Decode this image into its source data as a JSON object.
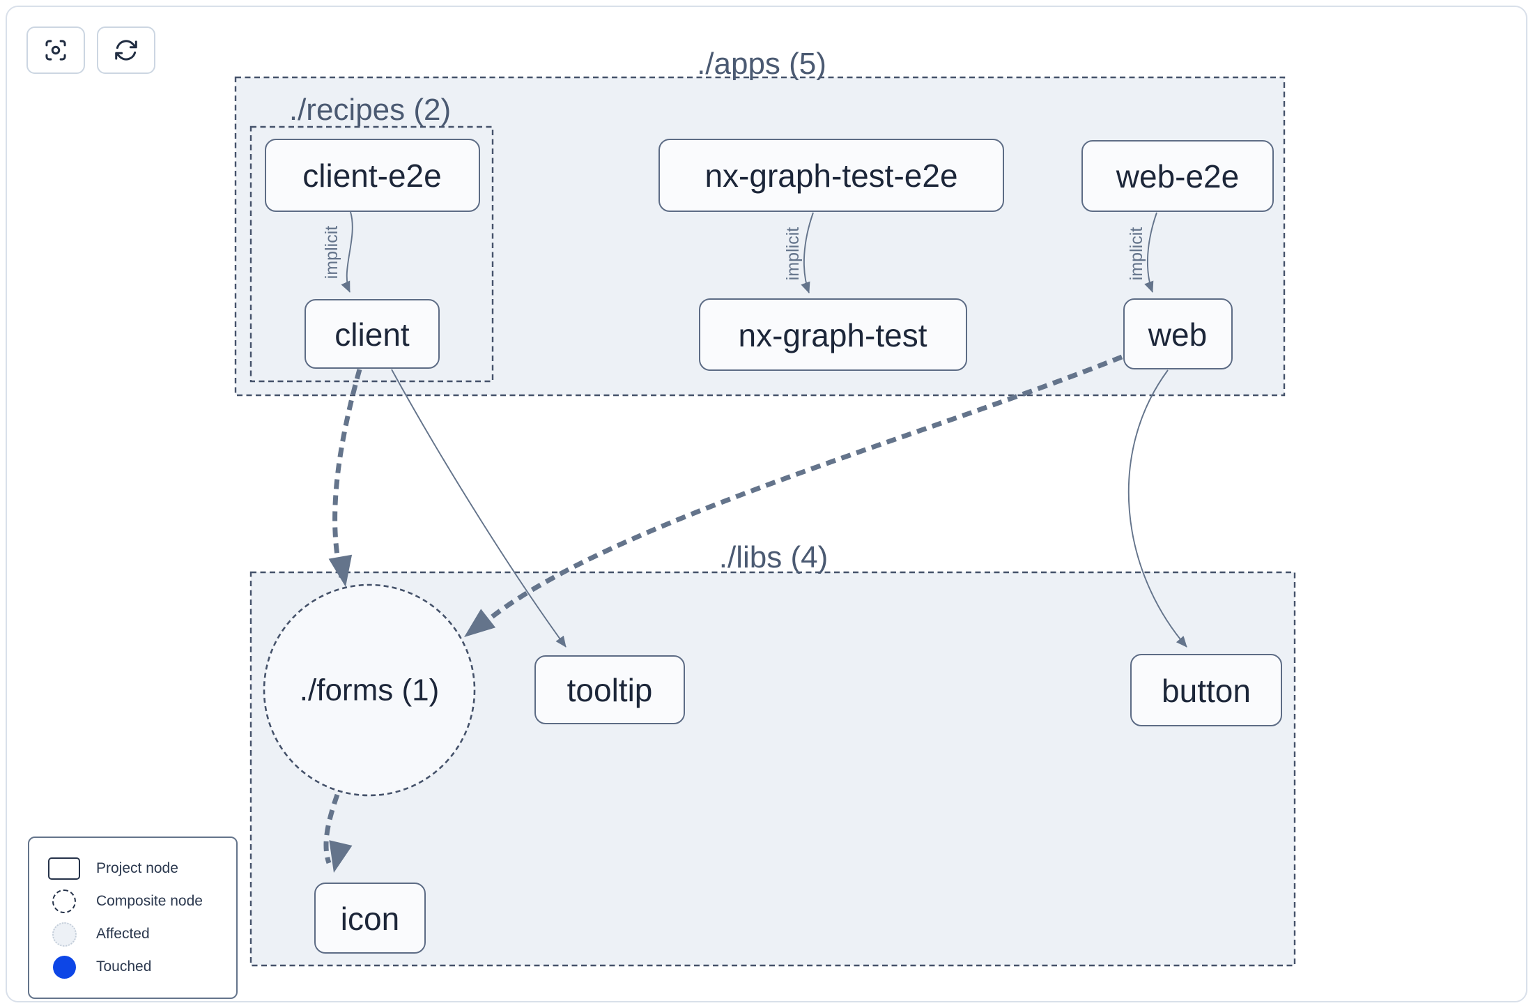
{
  "toolbar": {
    "focus_button_icon": "viewfinder-circle-icon",
    "refresh_button_icon": "arrow-path-icon"
  },
  "graph": {
    "groups": [
      {
        "id": "apps",
        "label": "./apps (5)"
      },
      {
        "id": "recipes",
        "label": "./recipes (2)"
      },
      {
        "id": "libs",
        "label": "./libs (4)"
      }
    ],
    "composite_nodes": [
      {
        "id": "forms",
        "label": "./forms (1)"
      }
    ],
    "nodes": [
      {
        "id": "client-e2e",
        "label": "client-e2e"
      },
      {
        "id": "nx-graph-test-e2e",
        "label": "nx-graph-test-e2e"
      },
      {
        "id": "web-e2e",
        "label": "web-e2e"
      },
      {
        "id": "client",
        "label": "client"
      },
      {
        "id": "nx-graph-test",
        "label": "nx-graph-test"
      },
      {
        "id": "web",
        "label": "web"
      },
      {
        "id": "tooltip",
        "label": "tooltip"
      },
      {
        "id": "button",
        "label": "button"
      },
      {
        "id": "icon",
        "label": "icon"
      }
    ],
    "edges": [
      {
        "from": "client-e2e",
        "to": "client",
        "label": "implicit",
        "style": "solid-thin"
      },
      {
        "from": "nx-graph-test-e2e",
        "to": "nx-graph-test",
        "label": "implicit",
        "style": "solid-thin"
      },
      {
        "from": "web-e2e",
        "to": "web",
        "label": "implicit",
        "style": "solid-thin"
      },
      {
        "from": "client",
        "to": "./forms",
        "label": "",
        "style": "dashed-thick"
      },
      {
        "from": "client",
        "to": "tooltip",
        "label": "",
        "style": "solid-thin"
      },
      {
        "from": "web",
        "to": "./forms",
        "label": "",
        "style": "dashed-thick"
      },
      {
        "from": "web",
        "to": "button",
        "label": "",
        "style": "solid-thin"
      },
      {
        "from": "./forms",
        "to": "icon",
        "label": "",
        "style": "dashed-thick"
      }
    ]
  },
  "legend": {
    "items": [
      {
        "swatch": "project-node-swatch",
        "label": "Project node"
      },
      {
        "swatch": "composite-node-swatch",
        "label": "Composite node"
      },
      {
        "swatch": "affected-swatch",
        "label": "Affected"
      },
      {
        "swatch": "touched-swatch",
        "label": "Touched"
      }
    ]
  },
  "colors": {
    "container_fill": "#edf1f6",
    "container_border": "#45526a",
    "node_fill": "#fafbfd",
    "node_border": "#5d6c85",
    "node_text": "#1c2639",
    "group_label_text": "#4b5a72",
    "edge": "#64748b",
    "touched_blue": "#0d46e6",
    "affected_fill": "#edf1f6",
    "affected_border": "#c3cdd9",
    "card_border": "#d9e0ea"
  }
}
